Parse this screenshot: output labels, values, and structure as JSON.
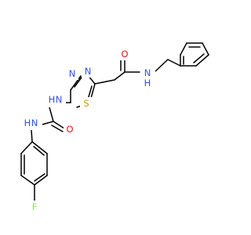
{
  "molecule": {
    "atoms": {
      "o_amide": {
        "symbol": "O",
        "color": "#ff0d0d"
      },
      "n_amide": {
        "symbol": "N",
        "h": "H",
        "color": "#3050f8"
      },
      "n_ring1": {
        "symbol": "N",
        "color": "#3050f8"
      },
      "n_ring2": {
        "symbol": "N",
        "color": "#3050f8"
      },
      "s_ring": {
        "symbol": "S",
        "color": "#c8a000"
      },
      "n_urea1": {
        "symbol": "N",
        "h": "H",
        "color": "#3050f8"
      },
      "o_urea": {
        "symbol": "O",
        "color": "#ff0d0d"
      },
      "n_urea2": {
        "symbol": "N",
        "h": "H",
        "color": "#3050f8"
      },
      "f": {
        "symbol": "F",
        "color": "#90e050"
      }
    }
  }
}
